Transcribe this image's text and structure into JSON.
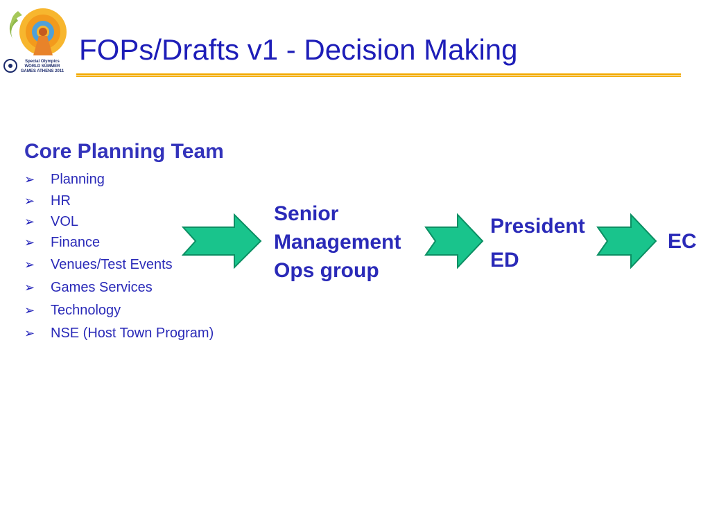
{
  "header": {
    "title": "FOPs/Drafts v1 - Decision Making",
    "logo_text": "Special Olympics WORLD SUMMER GAMES ATHENS 2011"
  },
  "core_team": {
    "heading": "Core Planning Team",
    "items": [
      {
        "label": "Planning"
      },
      {
        "label": "HR"
      },
      {
        "label": "VOL"
      },
      {
        "label": "Finance"
      },
      {
        "label": "Venues/Test Events"
      },
      {
        "label": "Games Services"
      },
      {
        "label": "Technology"
      },
      {
        "label": "NSE (Host Town Program)"
      }
    ]
  },
  "flow": {
    "stages": [
      {
        "lines": [
          "Senior",
          "Management",
          "Ops group"
        ]
      },
      {
        "lines": [
          "President",
          "ED"
        ]
      },
      {
        "lines": [
          "EC"
        ]
      }
    ]
  },
  "colors": {
    "title_text": "#1d1db8",
    "body_text": "#2a2ab8",
    "rule": "#f2a900",
    "arrow_fill": "#19c48c",
    "arrow_stroke": "#0b8f63"
  }
}
